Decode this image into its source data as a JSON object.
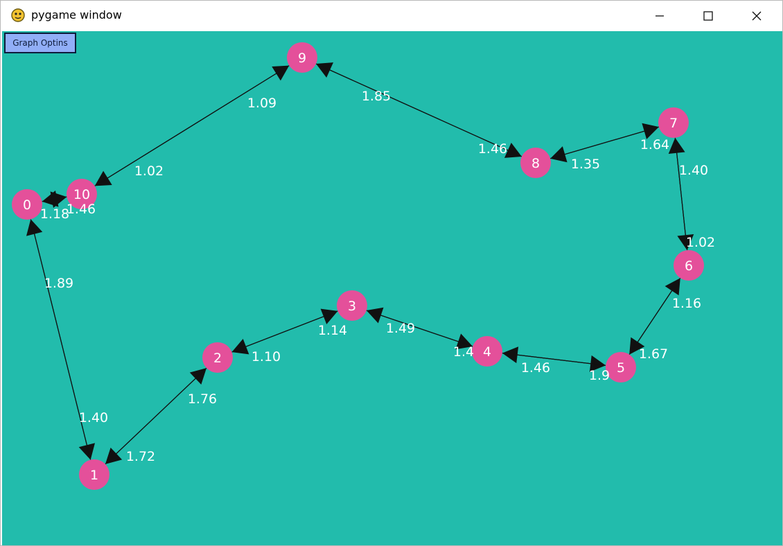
{
  "window": {
    "title": "pygame window",
    "app_icon": "pygame-snake-icon"
  },
  "toolbar": {
    "graph_options_label": "Graph Optins"
  },
  "colors": {
    "background": "#22bcac",
    "node": "#e4509a",
    "edge": "#111111",
    "text": "#ffffff",
    "button": "#91aef7"
  },
  "nodes": [
    {
      "id": "0",
      "label": "0"
    },
    {
      "id": "1",
      "label": "1"
    },
    {
      "id": "2",
      "label": "2"
    },
    {
      "id": "3",
      "label": "3"
    },
    {
      "id": "4",
      "label": "4"
    },
    {
      "id": "5",
      "label": "5"
    },
    {
      "id": "6",
      "label": "6"
    },
    {
      "id": "7",
      "label": "7"
    },
    {
      "id": "8",
      "label": "8"
    },
    {
      "id": "9",
      "label": "9"
    },
    {
      "id": "10",
      "label": "10"
    }
  ],
  "edges": [
    {
      "from": "0",
      "to": "1",
      "weight": "1.89"
    },
    {
      "from": "1",
      "to": "0",
      "weight": "1.40"
    },
    {
      "from": "1",
      "to": "2",
      "weight": "1.72"
    },
    {
      "from": "2",
      "to": "1",
      "weight": "1.76"
    },
    {
      "from": "2",
      "to": "3",
      "weight": "1.10"
    },
    {
      "from": "3",
      "to": "2",
      "weight": "1.14"
    },
    {
      "from": "3",
      "to": "4",
      "weight": "1.49"
    },
    {
      "from": "4",
      "to": "3",
      "weight": "1.4"
    },
    {
      "from": "4",
      "to": "5",
      "weight": "1.46"
    },
    {
      "from": "5",
      "to": "4",
      "weight": "1.9"
    },
    {
      "from": "5",
      "to": "6",
      "weight": "1.67"
    },
    {
      "from": "6",
      "to": "5",
      "weight": "1.16"
    },
    {
      "from": "6",
      "to": "7",
      "weight": "1.02"
    },
    {
      "from": "7",
      "to": "6",
      "weight": "1.40"
    },
    {
      "from": "7",
      "to": "8",
      "weight": "1.64"
    },
    {
      "from": "8",
      "to": "7",
      "weight": "1.35"
    },
    {
      "from": "8",
      "to": "9",
      "weight": "1.46"
    },
    {
      "from": "9",
      "to": "8",
      "weight": "1.85"
    },
    {
      "from": "9",
      "to": "10",
      "weight": "1.09"
    },
    {
      "from": "10",
      "to": "9",
      "weight": "1.02"
    },
    {
      "from": "10",
      "to": "0",
      "weight": "1.46"
    },
    {
      "from": "0",
      "to": "10",
      "weight": "1.18"
    }
  ]
}
